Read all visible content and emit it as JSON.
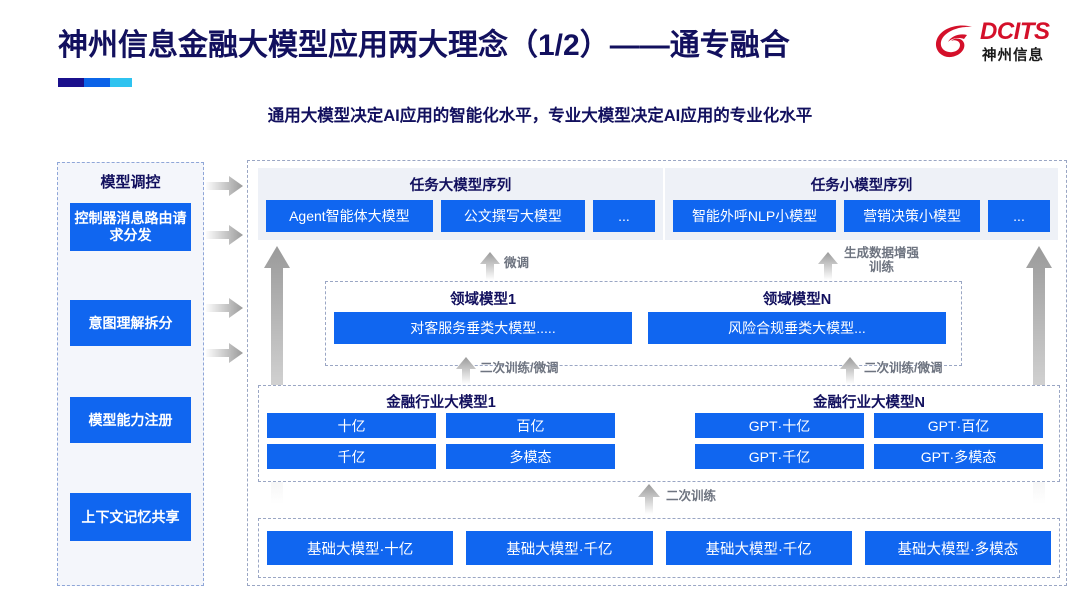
{
  "header": {
    "title": "神州信息金融大模型应用两大理念（1/2）——通专融合",
    "subtitle": "通用大模型决定AI应用的智能化水平，专业大模型决定AI应用的专业化水平",
    "logo_en": "DCITS",
    "logo_cn": "神州信息",
    "rule_colors": [
      "#1b108c",
      "#0b63e8",
      "#2fc3f0"
    ],
    "accent_blue": "#1066f0",
    "title_color": "#12105e"
  },
  "control_panel": {
    "title": "模型调控",
    "items": [
      {
        "label": "控制器消息路由请求分发"
      },
      {
        "label": "意图理解拆分"
      },
      {
        "label": "模型能力注册"
      },
      {
        "label": "上下文记忆共享"
      }
    ]
  },
  "task_sequences": [
    {
      "title": "任务大模型序列",
      "chips": [
        "Agent智能体大模型",
        "公文撰写大模型",
        "..."
      ]
    },
    {
      "title": "任务小模型序列",
      "chips": [
        "智能外呼NLP小模型",
        "营销决策小模型",
        "..."
      ]
    }
  ],
  "domain_models": [
    {
      "title": "领域模型1",
      "chip": "对客服务垂类大模型....."
    },
    {
      "title": "领域模型N",
      "chip": "风险合规垂类大模型..."
    }
  ],
  "industry_models": [
    {
      "title": "金融行业大模型1",
      "cells": [
        "十亿",
        "百亿",
        "千亿",
        "多模态"
      ]
    },
    {
      "title": "金融行业大模型N",
      "cells": [
        "GPT·十亿",
        "GPT·百亿",
        "GPT·千亿",
        "GPT·多模态"
      ]
    }
  ],
  "base_models": {
    "cells": [
      "基础大模型·十亿",
      "基础大模型·千亿",
      "基础大模型·千亿",
      "基础大模型·多模态"
    ]
  },
  "flow_labels": {
    "fine_tune": "微调",
    "data_aug": "生成数据增强\n训练",
    "data_aug_line1": "生成数据增强",
    "data_aug_line2": "训练",
    "retrain_finetune_left": "二次训练/微调",
    "retrain_finetune_right": "二次训练/微调",
    "retrain": "二次训练"
  }
}
